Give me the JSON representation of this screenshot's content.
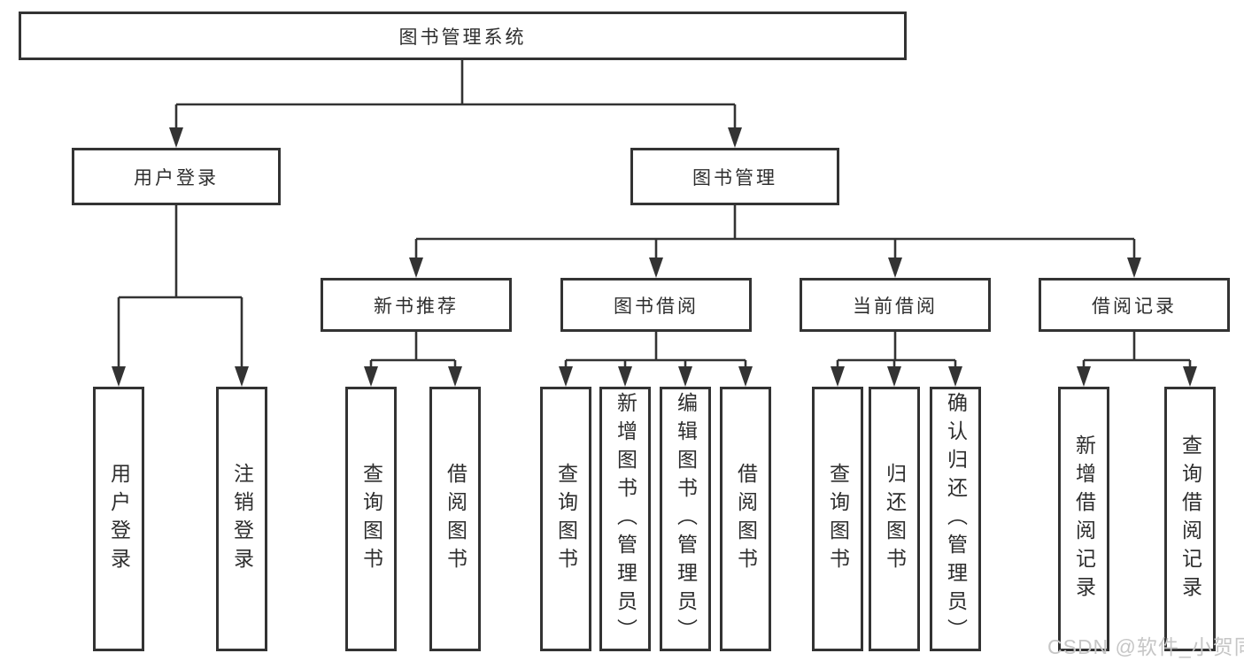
{
  "diagram_title": "图书管理系统",
  "nodes": {
    "root": {
      "label": "图书管理系统"
    },
    "level2": [
      {
        "label": "用户登录"
      },
      {
        "label": "图书管理"
      }
    ],
    "level3": [
      {
        "label": "新书推荐"
      },
      {
        "label": "图书借阅"
      },
      {
        "label": "当前借阅"
      },
      {
        "label": "借阅记录"
      }
    ],
    "leaves": {
      "user_login": [
        {
          "label": "用户登录"
        },
        {
          "label": "注销登录"
        }
      ],
      "new_books": [
        {
          "label": "查询图书"
        },
        {
          "label": "借阅图书"
        }
      ],
      "book_borrow": [
        {
          "label": "查询图书"
        },
        {
          "label": "新增图书（管理员）"
        },
        {
          "label": "编辑图书（管理员）"
        },
        {
          "label": "借阅图书"
        }
      ],
      "current_borrow": [
        {
          "label": "查询图书"
        },
        {
          "label": "归还图书"
        },
        {
          "label": "确认归还（管理员）"
        }
      ],
      "borrow_records": [
        {
          "label": "新增借阅记录"
        },
        {
          "label": "查询借阅记录"
        }
      ]
    }
  },
  "watermark": {
    "text": "CSDN @软件_小贺同学"
  },
  "colors": {
    "line": "#333333",
    "border": "#333333",
    "text": "#2e2e2e",
    "background": "#ffffff",
    "watermark": "#c6c6c6"
  }
}
